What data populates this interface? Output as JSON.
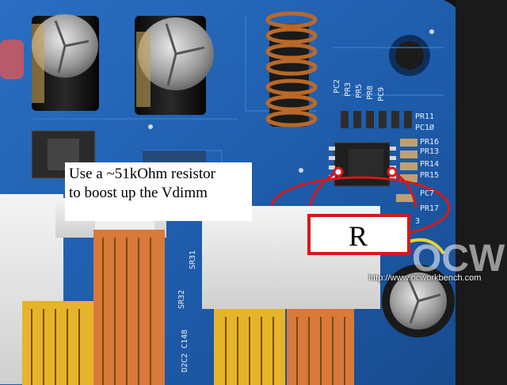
{
  "annotation": {
    "line1": "Use a ~51kOhm resistor",
    "line2": "to boost up the Vdimm",
    "resistor_symbol": "R"
  },
  "board_labels": {
    "pc2": "PC2",
    "pr3": "PR3",
    "pr5": "PR5",
    "pr8": "PR8",
    "pc9": "PC9",
    "pr11": "PR11",
    "pc10": "PC1Ø",
    "pr16": "PR16",
    "pr13": "PR13",
    "pr14": "PR14",
    "pr15": "PR15",
    "pc7": "PC7",
    "pr17": "PR17",
    "sr31": "SR31",
    "sr32": "SR32",
    "c148": "C148",
    "d2c2": "D2C2",
    "cap_marking": "3"
  },
  "watermark": {
    "url": "http://www.ocworkbench.com",
    "logo": "OCW"
  },
  "colors": {
    "pcb_blue": "#1d5aa8",
    "annotation_red": "#d41a1a",
    "dimm_yellow": "#e6b42a",
    "dimm_orange": "#d9793a",
    "copper": "#b8692a"
  }
}
